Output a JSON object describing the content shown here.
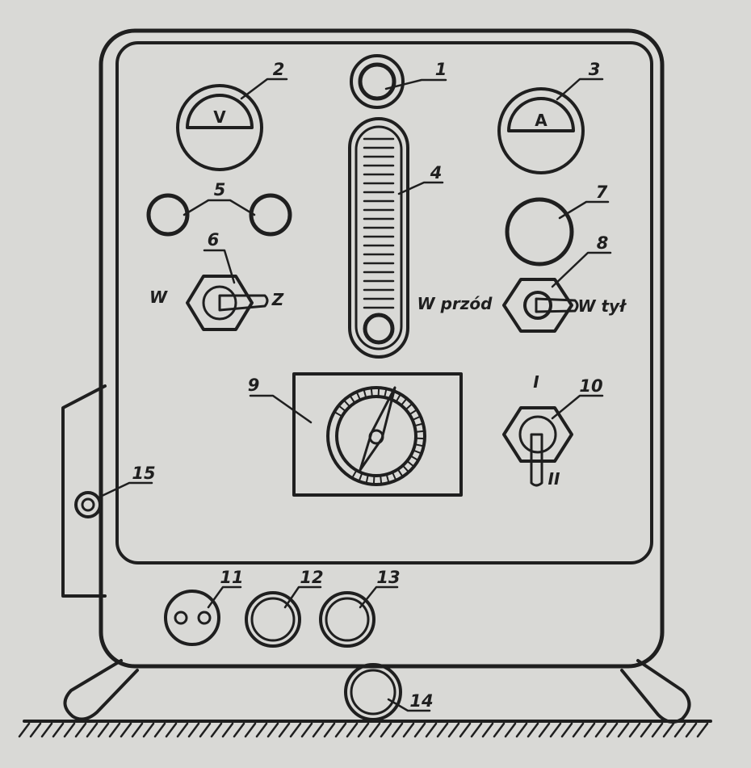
{
  "callouts": {
    "c1": "1",
    "c2": "2",
    "c3": "3",
    "c4": "4",
    "c5": "5",
    "c6": "6",
    "c7": "7",
    "c8": "8",
    "c9": "9",
    "c10": "10",
    "c11": "11",
    "c12": "12",
    "c13": "13",
    "c14": "14",
    "c15": "15"
  },
  "meters": {
    "voltmeter": "V",
    "ammeter": "A"
  },
  "switch_labels": {
    "switch6_left": "W",
    "switch6_right": "Z",
    "switch8_left": "W przód",
    "switch8_right": "W tył",
    "switch10_top": "I",
    "switch10_bottom": "II"
  },
  "colors": {
    "ink": "#1f1f1f",
    "paper": "#d9d9d6",
    "panel": "#dcdcd9"
  }
}
